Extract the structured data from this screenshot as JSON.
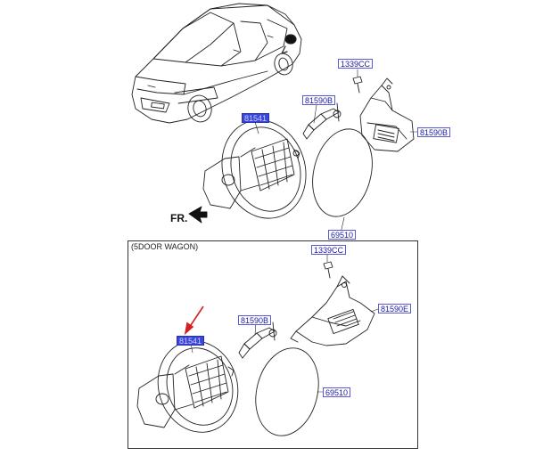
{
  "diagram": {
    "front_indicator": "FR.",
    "section": {
      "title": "(5DOOR WAGON)"
    },
    "part_labels": {
      "top_bolt": "1339CC",
      "top_hinge": "81590B",
      "top_actuator": "81590B",
      "top_housing": "81541",
      "top_door": "69510",
      "wagon_bolt": "1339CC",
      "wagon_actuator": "81590E",
      "wagon_hinge": "81590B",
      "wagon_housing": "81541",
      "wagon_door": "69510"
    },
    "colors": {
      "label_text": "#1a1aa0",
      "label_border": "#5a5ad8",
      "selected_label_bg": "#3a46d8",
      "pointer_arrow": "#d42020"
    }
  }
}
